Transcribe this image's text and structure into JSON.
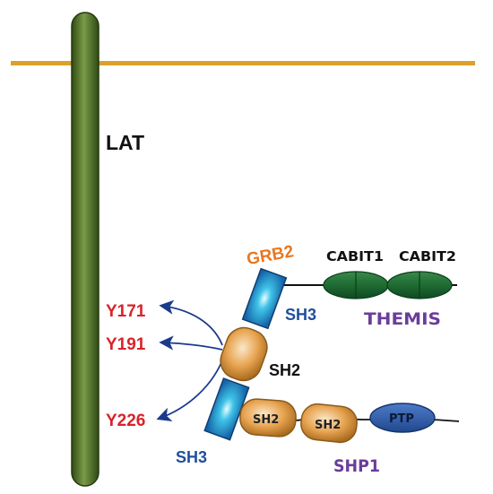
{
  "labels": {
    "lat": "LAT",
    "grb2": "GRB2",
    "themis": "THEMIS",
    "shp1": "SHP1"
  },
  "tyrosines": [
    "Y171",
    "Y191",
    "Y226"
  ],
  "domains": {
    "cabit1": "CABIT1",
    "cabit2": "CABIT2",
    "grb2_sh3_top": "SH3",
    "grb2_sh2": "SH2",
    "grb2_sh3_bottom": "SH3",
    "shp1_sh2_a": "SH2",
    "shp1_sh2_b": "SH2",
    "ptp": "PTP"
  },
  "colors": {
    "membrane": "#dca12a",
    "lat_dark": "#2f4a12",
    "lat_light": "#7a9a48",
    "tyrosine": "#d8232a",
    "grb2": "#e87722",
    "themis": "#6a3d9a",
    "shp1": "#6a3d9a",
    "sh3_label": "#1f4e9c",
    "sh3_box": "#1a9ad6",
    "sh2_fill": "#e3a04a",
    "cabit_fill": "#1f6b33",
    "ptp_fill": "#2e5aa8",
    "arrow": "#1a3a8c"
  }
}
